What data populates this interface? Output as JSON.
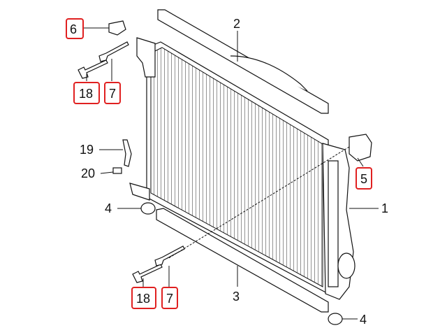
{
  "diagram": {
    "highlight_color": "#e02020",
    "callouts": [
      {
        "id": "6",
        "label": "6",
        "highlighted": true
      },
      {
        "id": "2",
        "label": "2",
        "highlighted": false
      },
      {
        "id": "18a",
        "label": "18",
        "highlighted": true
      },
      {
        "id": "7a",
        "label": "7",
        "highlighted": true
      },
      {
        "id": "19",
        "label": "19",
        "highlighted": false
      },
      {
        "id": "20",
        "label": "20",
        "highlighted": false
      },
      {
        "id": "5",
        "label": "5",
        "highlighted": true
      },
      {
        "id": "4a",
        "label": "4",
        "highlighted": false
      },
      {
        "id": "1",
        "label": "1",
        "highlighted": false
      },
      {
        "id": "18b",
        "label": "18",
        "highlighted": true
      },
      {
        "id": "7b",
        "label": "7",
        "highlighted": true
      },
      {
        "id": "3",
        "label": "3",
        "highlighted": false
      },
      {
        "id": "4b",
        "label": "4",
        "highlighted": false
      }
    ]
  }
}
